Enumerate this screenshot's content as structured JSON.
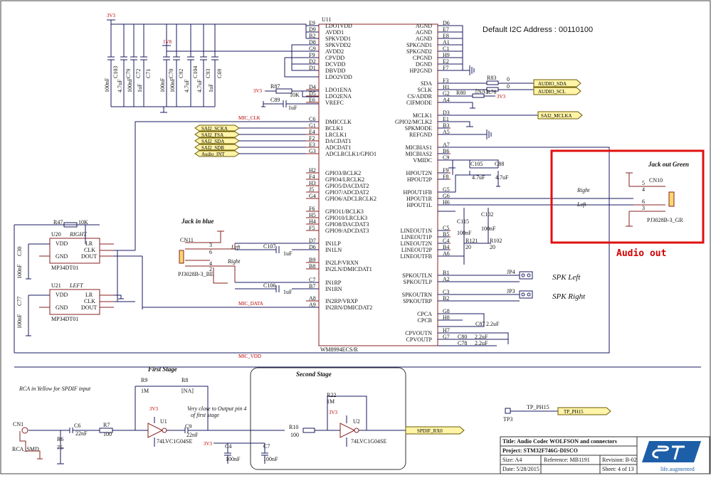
{
  "header": {
    "i2c_address": "Default I2C Address : 00110100"
  },
  "codec": {
    "ref": "U11",
    "part": "WM8994ECS/R",
    "left_pins": [
      {
        "num": "E9",
        "name": "LDO1VDD"
      },
      {
        "num": "D9",
        "name": "AVDD1"
      },
      {
        "num": "B2",
        "name": "SPKVDD1"
      },
      {
        "num": "D8",
        "name": "SPKVDD2"
      },
      {
        "num": "G9",
        "name": "AVDD2"
      },
      {
        "num": "F9",
        "name": "CPVDD"
      },
      {
        "num": "D2",
        "name": "DCVDD"
      },
      {
        "num": "D1",
        "name": "DBVDD"
      },
      {
        "num": "",
        "name": "LDO2VDD"
      },
      {
        "num": "D4",
        "name": "LDO1ENA"
      },
      {
        "num": "D5",
        "name": "LDO2ENA"
      },
      {
        "num": "E6",
        "name": "VREFC"
      },
      {
        "num": "C6",
        "name": "DMICCLK"
      },
      {
        "num": "G1",
        "name": "BCLK1"
      },
      {
        "num": "E4",
        "name": "LRCLK1"
      },
      {
        "num": "F2",
        "name": "DACDAT1"
      },
      {
        "num": "E3",
        "name": "ADCDAT1"
      },
      {
        "num": "G3",
        "name": "ADCLRCLK1/GPIO1"
      },
      {
        "num": "H2",
        "name": "GPIO3/BCLK2"
      },
      {
        "num": "F4",
        "name": "GPIO4/LRCLK2"
      },
      {
        "num": "H3",
        "name": "GPIO5/DACDAT2"
      },
      {
        "num": "J5",
        "name": "GPIO7/ADCDAT2"
      },
      {
        "num": "G4",
        "name": "GPIO6/ADCLRCLK2"
      },
      {
        "num": "F6",
        "name": "GPIO11/BCLK3"
      },
      {
        "num": "H5",
        "name": "GPIO10/LRCLK3"
      },
      {
        "num": "H4",
        "name": "GPIO8/DACDAT3"
      },
      {
        "num": "F5",
        "name": "GPIO9/ADCDAT3"
      },
      {
        "num": "D7",
        "name": "IN1LP"
      },
      {
        "num": "D6",
        "name": "IN1LN"
      },
      {
        "num": "B9",
        "name": "IN2LP/VRXN"
      },
      {
        "num": "B8",
        "name": "IN2LN/DMICDAT1"
      },
      {
        "num": "C7",
        "name": "IN1RP"
      },
      {
        "num": "B7",
        "name": "IN1RN"
      },
      {
        "num": "A8",
        "name": "IN2RP/VRXP"
      },
      {
        "num": "A9",
        "name": "IN2RN/DMICDAT2"
      }
    ],
    "right_pins": [
      {
        "num": "D6",
        "name": "AGND"
      },
      {
        "num": "E7",
        "name": "AGND"
      },
      {
        "num": "E8",
        "name": "AGND"
      },
      {
        "num": "A1",
        "name": "SPKGND1"
      },
      {
        "num": "C1",
        "name": "SPKGND2"
      },
      {
        "num": "H9",
        "name": "CPGND"
      },
      {
        "num": "E2",
        "name": "DGND"
      },
      {
        "num": "F7",
        "name": "HP2GND"
      },
      {
        "num": "F3",
        "name": "SDA"
      },
      {
        "num": "H1",
        "name": "SCLK"
      },
      {
        "num": "G2",
        "name": "CS/ADDR"
      },
      {
        "num": "A4",
        "name": "CIFMODE"
      },
      {
        "num": "D3",
        "name": "MCLK1"
      },
      {
        "num": "E1",
        "name": "GPIO2/MCLK2"
      },
      {
        "num": "B3",
        "name": "SPKMODE"
      },
      {
        "num": "A5",
        "name": "REFGND"
      },
      {
        "num": "A7",
        "name": "MICBIAS1"
      },
      {
        "num": "B6",
        "name": "MICBIAS2"
      },
      {
        "num": "C9",
        "name": "VMIDC"
      },
      {
        "num": "F9",
        "name": "HPOUT2N"
      },
      {
        "num": "F8",
        "name": "HPOUT2P"
      },
      {
        "num": "G5",
        "name": "HPOUT1FB"
      },
      {
        "num": "G6",
        "name": "HPOUT1R"
      },
      {
        "num": "H6",
        "name": "HPOUT1L"
      },
      {
        "num": "C5",
        "name": "LINEOUT1N"
      },
      {
        "num": "B5",
        "name": "LINEOUT1P"
      },
      {
        "num": "C4",
        "name": "LINEOUT2N"
      },
      {
        "num": "B4",
        "name": "LINEOUT2P"
      },
      {
        "num": "A6",
        "name": "LINEOUTFB"
      },
      {
        "num": "B1",
        "name": "SPKOUTLN"
      },
      {
        "num": "A2",
        "name": "SPKOUTLP"
      },
      {
        "num": "C3",
        "name": "SPKOUTRN"
      },
      {
        "num": "B2",
        "name": "SPKOUTRP"
      },
      {
        "num": "G8",
        "name": "CPCA"
      },
      {
        "num": "H8",
        "name": "CPCB"
      },
      {
        "num": "H7",
        "name": "CPVOUTN"
      },
      {
        "num": "G7",
        "name": "CPVOUTP"
      }
    ]
  },
  "power": {
    "v3v3": "3V3",
    "v1v8": "1V8"
  },
  "caps_top": [
    {
      "ref": "C103",
      "val": "100nF"
    },
    {
      "ref": "C79",
      "val": "4.7uF"
    },
    {
      "ref": "C72",
      "val": "100nF"
    },
    {
      "ref": "C71",
      "val": "1uF"
    },
    {
      "ref": "C70",
      "val": "100nF"
    },
    {
      "ref": "C92",
      "val": "100nF"
    },
    {
      "ref": "C104",
      "val": "4.7uF"
    },
    {
      "ref": "C93",
      "val": "4.7uF"
    },
    {
      "ref": "C69",
      "val": "1uF"
    }
  ],
  "passives": {
    "r87": "R87",
    "r87v": "10K",
    "c89": "C89",
    "c89v": "1uF",
    "r83": "R83",
    "r83v": "0",
    "r76": "R76",
    "r76v": "0",
    "r80": "R80",
    "r80v": "[NA]",
    "c105": "C105",
    "c105v": "4.7uF",
    "c88": "C88",
    "c88v": "4.7uF",
    "c115": "C115",
    "c115v": "100nF",
    "c102": "C102",
    "c102v": "100nF",
    "r121": "R121",
    "r121v": "20",
    "r102": "R102",
    "r102v": "20",
    "c87": "C87",
    "c87v": "2.2uF",
    "c80": "C80",
    "c80v": "2.2uF",
    "c78": "C78",
    "c78v": "2.2uF",
    "c107": "C107",
    "c107v": "1uF",
    "c106": "C106",
    "c106v": "1uF",
    "r47": "R47",
    "r47v": "10K",
    "c30": "C30",
    "c30v": "100nF",
    "c77": "C77",
    "c77v": "100nF"
  },
  "nets": {
    "audio_sda": "AUDIO_SDA",
    "audio_scl": "AUDIO_SCL",
    "sai2_mclka": "SAI2_MCLKA",
    "sai2_scka": "SAI2_SCKA",
    "sai2_fsa": "SAI2_FSA",
    "sai2_sda": "SAI2_SDA",
    "sai2_sdb": "SAI2_SDB",
    "audio_int": "Audio_INT",
    "mic_clk": "MIC_CLK",
    "mic_data": "MIC_DATA",
    "mic_vdd": "MIC_VDD",
    "spdif_rx0": "SPDIF_RX0",
    "tp_ph15": "TP_PH15"
  },
  "mics": [
    {
      "ref": "U20",
      "side": "RIGHT",
      "part": "MP34DT01",
      "pins": [
        "VDD",
        "GND",
        "LR",
        "CLK",
        "DOUT"
      ]
    },
    {
      "ref": "U21",
      "side": "LEFT",
      "part": "MP34DT01",
      "pins": [
        "VDD",
        "GND",
        "LR",
        "CLK",
        "DOUT"
      ]
    }
  ],
  "jack_in": {
    "title": "Jack in blue",
    "ref": "CN11",
    "part": "PJ3028B-3_BE",
    "left": "Left",
    "right": "Right"
  },
  "jack_out": {
    "title": "Jack out Green",
    "ref": "CN10",
    "part": "PJ3028B-3_GR",
    "right": "Right",
    "left": "Left"
  },
  "audio_out_label": "Audio out",
  "speakers": [
    {
      "ref": "JP4",
      "label": "SPK Left"
    },
    {
      "ref": "JP3",
      "label": "SPK Right"
    }
  ],
  "spdif": {
    "note": "RCA in Yellow for SPDIF input",
    "first_stage": "First Stage",
    "second_stage": "Second Stage",
    "cn1": "CN1",
    "rca": "RCA_SMD",
    "r6": "R6",
    "r6v": "75",
    "c6": "C6",
    "c6v": "22nF",
    "r7": "R7",
    "r7v": "100",
    "r9": "R9",
    "r9v": "1M",
    "r8": "R8",
    "r8v": "[NA]",
    "u1": "U1",
    "c9": "C9",
    "c9v": "22nF",
    "gate": "74LVC1G04SE",
    "note2": "Very close to Output pin 4",
    "note3": "of first stage",
    "r10": "R10",
    "r10v": "100",
    "r22": "R22",
    "r22v": "1M",
    "u2": "U2",
    "c4": "C4",
    "c4v": "100nF",
    "c7": "C7",
    "c7v": "100nF",
    "tp3": "TP3"
  },
  "title_block": {
    "title": "Title: Audio Codec WOLFSON and connectors",
    "project": "Project: STM32F746G-DISCO",
    "size": "Size: A4",
    "reference": "Reference: MB1191",
    "revision": "Revision: B-02",
    "date": "Date: 5/28/2015",
    "sheet": "Sheet: 4  of  13",
    "tagline": "life.augmented"
  }
}
